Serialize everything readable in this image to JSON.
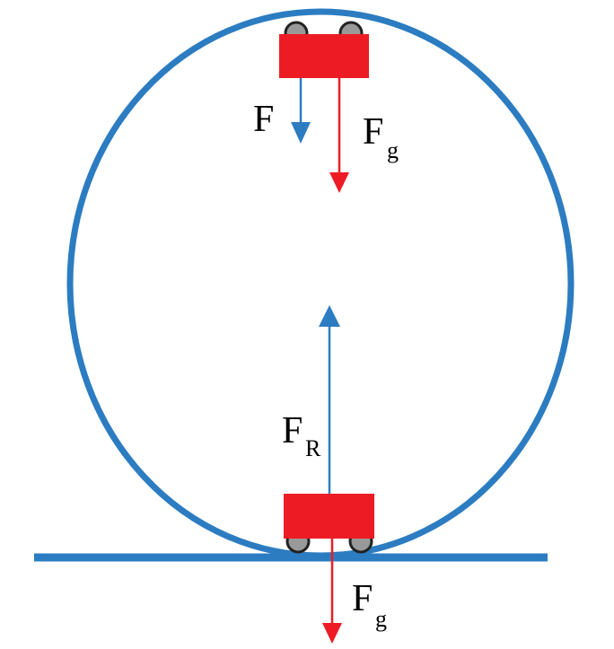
{
  "colors": {
    "track": "#2c7cc1",
    "cart": "#ed1c24",
    "wheel": "#999999",
    "wheel_outline": "#222222",
    "arrow_blue": "#2c7cc1",
    "arrow_red": "#ed1c24",
    "label_text": "#000000"
  },
  "labels": {
    "top_force": {
      "main": "F",
      "sub": ""
    },
    "top_gravity": {
      "main": "F",
      "sub": "g"
    },
    "resultant": {
      "main": "F",
      "sub": "R"
    },
    "bottom_gravity": {
      "main": "F",
      "sub": "g"
    }
  }
}
